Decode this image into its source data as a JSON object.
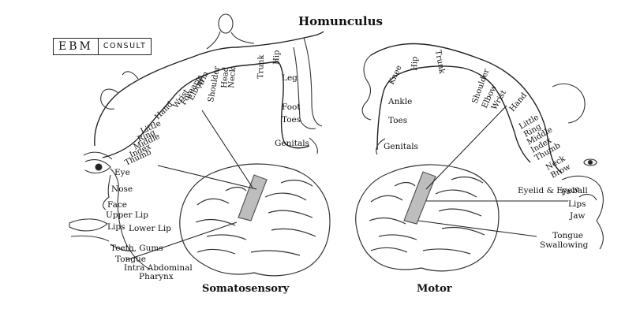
{
  "title": "Homunculus",
  "logo": {
    "part1": "EBM",
    "part2": "CONSULT"
  },
  "captions": {
    "left": "Somatosensory",
    "right": "Motor"
  },
  "sensory_labels": {
    "eye": "Eye",
    "nose": "Nose",
    "face": "Face",
    "upper_lip": "Upper Lip",
    "lips": "Lips",
    "lower_lip": "Lower Lip",
    "teeth_gums": "Teeth, Gums",
    "tongue": "Tongue",
    "intra_abdominal": "Intra Abdominal",
    "pharynx": "Pharynx",
    "thumb": "Thumb",
    "index": "Index",
    "middle": "Middle",
    "ring": "Ring",
    "little": "Little",
    "hand": "Hand",
    "wrist": "Wrist",
    "forearm": "Forearm",
    "elbow": "Elbow",
    "arm": "Arm",
    "shoulder": "Shoulder",
    "head": "Head",
    "neck": "Neck",
    "trunk": "Trunk",
    "hip": "Hip",
    "leg": "Leg",
    "foot": "Foot",
    "toes": "Toes",
    "genitals": "Genitals"
  },
  "motor_labels": {
    "hip": "Hip",
    "knee": "Knee",
    "trunk": "Trunk",
    "ankle": "Ankle",
    "toes": "Toes",
    "genitals": "Genitals",
    "shoulder": "Shoulder",
    "elbow": "Elbow",
    "wrist": "Wrist",
    "hand": "Hand",
    "little": "Little",
    "ring": "Ring",
    "middle": "Middle",
    "index": "Index",
    "thumb": "Thumb",
    "neck": "Neck",
    "brow": "Brow",
    "eyelid_eyeball": "Eyelid & Eyeball",
    "face": "Face",
    "lips": "Lips",
    "jaw": "Jaw",
    "tongue": "Tongue",
    "swallowing": "Swallowing"
  }
}
